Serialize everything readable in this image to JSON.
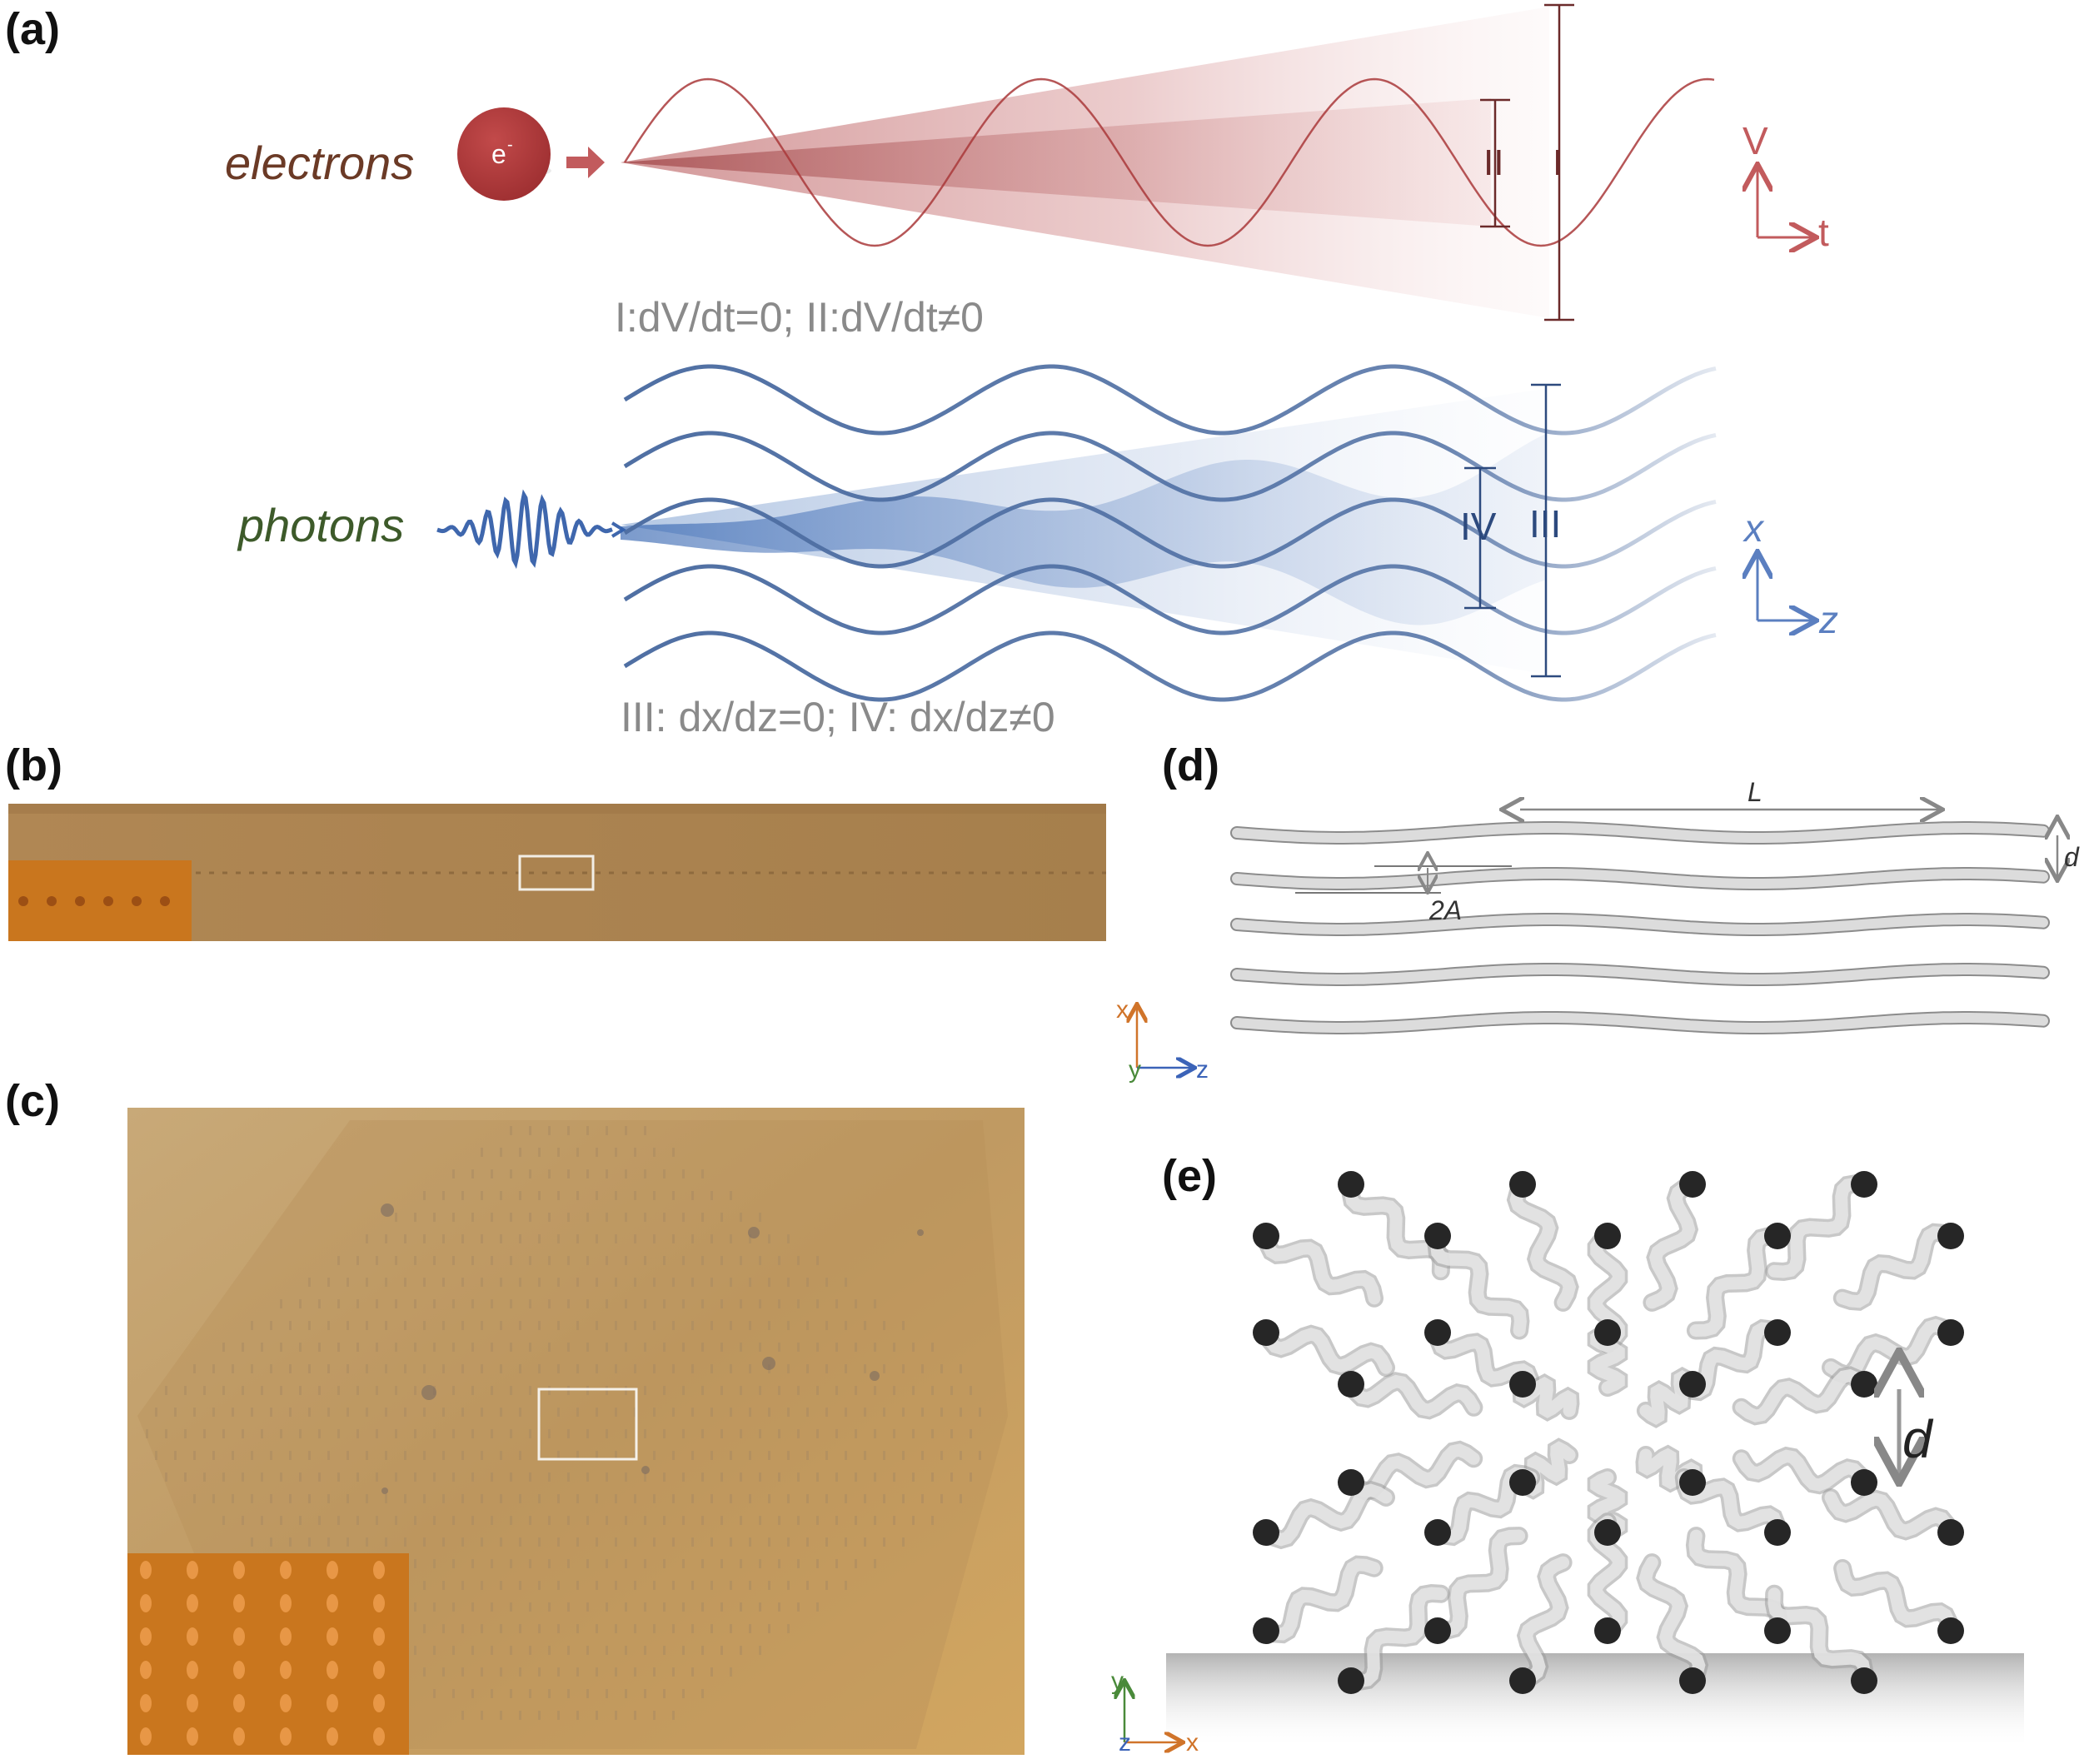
{
  "panels": {
    "a": {
      "label": "(a)",
      "electrons_label": "electrons",
      "electron_symbol": "e",
      "electron_superscript": "-",
      "electron_marker_I": "I",
      "electron_marker_II": "II",
      "electron_axis_v": "V",
      "electron_axis_t": "t",
      "electron_caption": "I:dV/dt=0; II:dV/dt≠0",
      "photons_label": "photons",
      "photon_marker_III": "III",
      "photon_marker_IV": "IV",
      "photon_axis_x": "x",
      "photon_axis_z": "z",
      "photon_caption": "III: dx/dz=0; IV: dx/dz≠0"
    },
    "b": {
      "label": "(b)"
    },
    "c": {
      "label": "(c)"
    },
    "d": {
      "label": "(d)",
      "dim_L": "L",
      "dim_d": "d",
      "dim_2A": "2A",
      "axis_x": "x",
      "axis_y": "y",
      "axis_z": "z"
    },
    "e": {
      "label": "(e)",
      "dim_d": "d",
      "axis_x": "x",
      "axis_y": "y",
      "axis_z": "z"
    }
  },
  "colors": {
    "electron_red": "#a9383a",
    "electron_text": "#6b3a26",
    "photon_blue": "#4f6fa3",
    "photon_text": "#3d5a2a",
    "caption_gray": "#8a8a8a",
    "micrograph_tan": "#b98a52",
    "micrograph_inset": "#c9761e"
  }
}
